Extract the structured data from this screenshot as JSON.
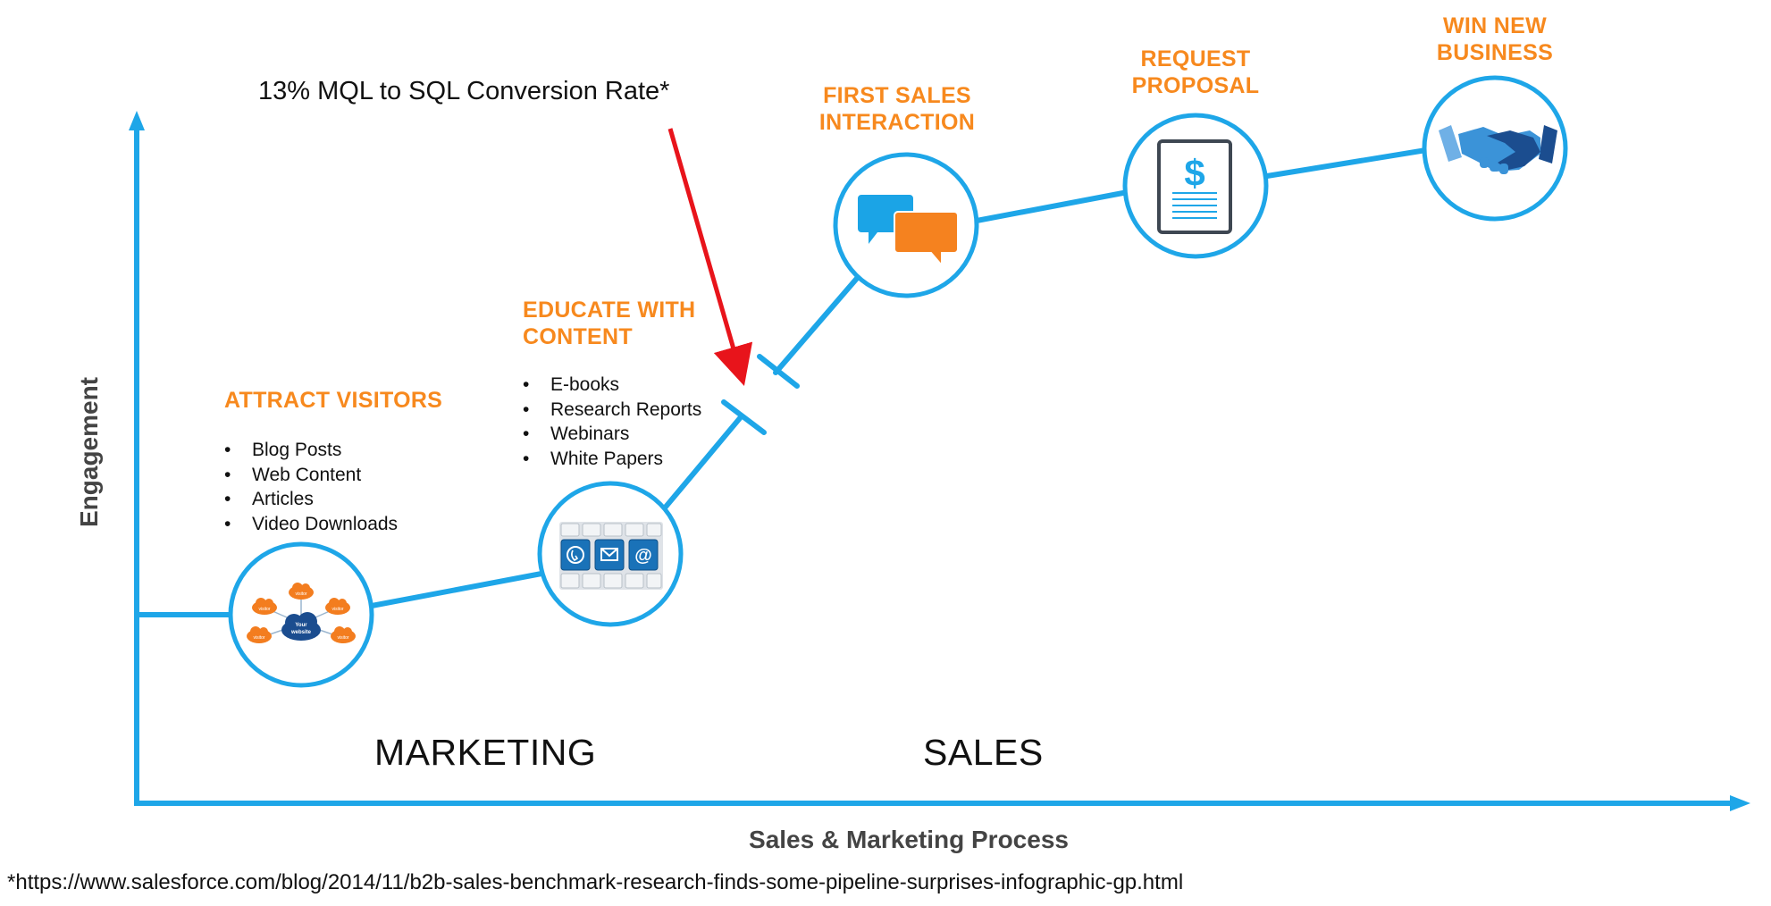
{
  "colors": {
    "line": "#1ea6e8",
    "accent_orange": "#f7891e",
    "arrow_red": "#e8141b",
    "icon_blue": "#1a8fd0",
    "icon_navy": "#1b4d8f"
  },
  "callout": "13% MQL to SQL Conversion Rate*",
  "axes": {
    "x_title": "Sales & Marketing Process",
    "y_title": "Engagement"
  },
  "phases": {
    "marketing": "MARKETING",
    "sales": "SALES"
  },
  "stages": [
    {
      "title_lines": [
        "ATTRACT VISITORS"
      ],
      "bullets": [
        "Blog Posts",
        "Web Content",
        "Articles",
        "Video Downloads"
      ],
      "icon": "website-visitors-icon",
      "icon_labels": {
        "visitor": "visitor",
        "hub_line1": "Your",
        "hub_line2": "website"
      }
    },
    {
      "title_lines": [
        "EDUCATE WITH",
        "CONTENT"
      ],
      "bullets": [
        "E-books",
        "Research Reports",
        "Webinars",
        "White Papers"
      ],
      "icon": "keyboard-contact-icon",
      "icon_labels": {
        "at": "@"
      }
    },
    {
      "title_lines": [
        "FIRST SALES",
        "INTERACTION"
      ],
      "bullets": [],
      "icon": "chat-bubbles-icon"
    },
    {
      "title_lines": [
        "REQUEST",
        "PROPOSAL"
      ],
      "bullets": [],
      "icon": "proposal-document-icon",
      "icon_labels": {
        "dollar": "$"
      }
    },
    {
      "title_lines": [
        "WIN NEW",
        "BUSINESS"
      ],
      "bullets": [],
      "icon": "handshake-icon"
    }
  ],
  "footnote": "*https://www.salesforce.com/blog/2014/11/b2b-sales-benchmark-research-finds-some-pipeline-surprises-infographic-gp.html"
}
